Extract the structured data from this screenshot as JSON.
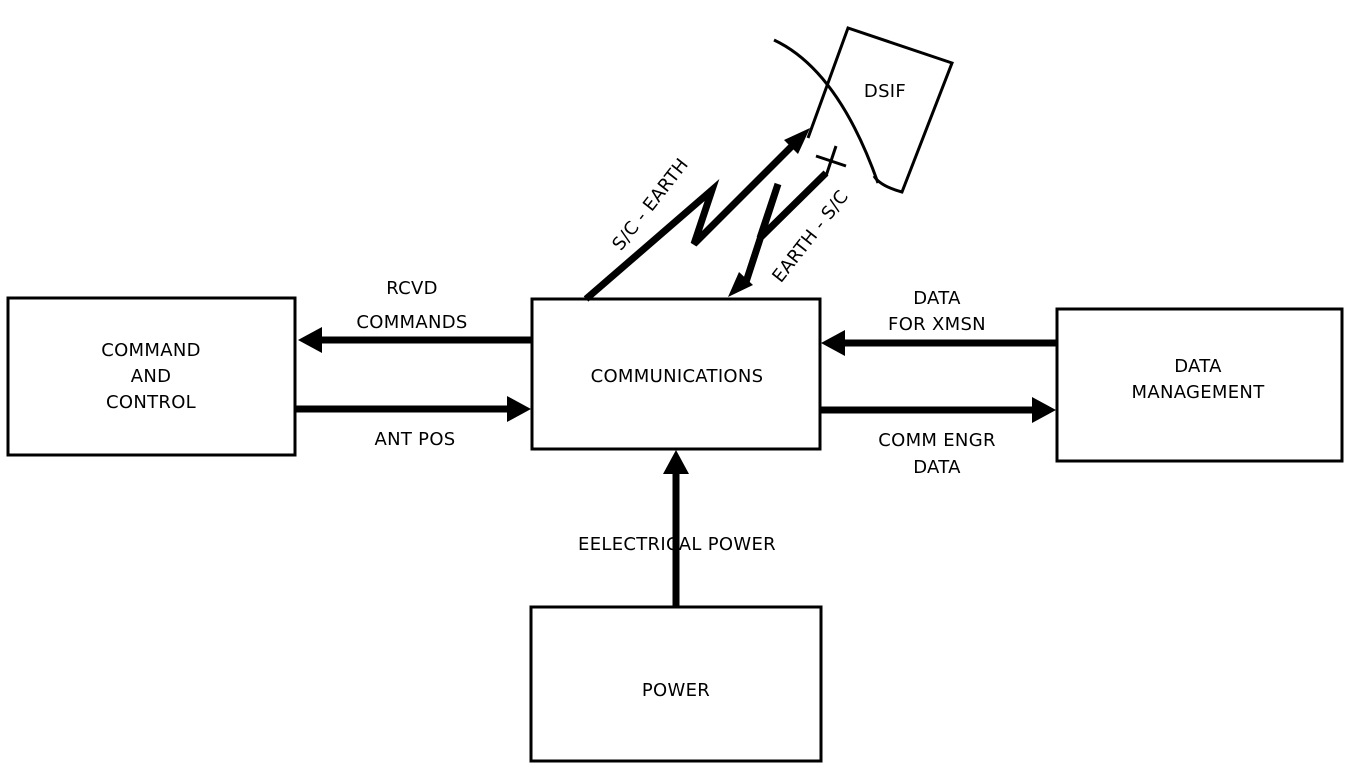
{
  "blocks": {
    "command": [
      "COMMAND",
      "AND",
      "CONTROL"
    ],
    "communications": "COMMUNICATIONS",
    "data_management": [
      "DATA",
      "MANAGEMENT"
    ],
    "power": "POWER",
    "dsif": "DSIF"
  },
  "links": {
    "rcvd_commands": [
      "RCVD",
      "COMMANDS"
    ],
    "ant_pos": "ANT POS",
    "data_for_xmsn": [
      "DATA",
      "FOR XMSN"
    ],
    "comm_engr_data": [
      "COMM ENGR",
      "DATA"
    ],
    "electrical_power": "EELECTRICAL POWER",
    "sc_earth": "S/C - EARTH",
    "earth_sc": "EARTH - S/C"
  }
}
